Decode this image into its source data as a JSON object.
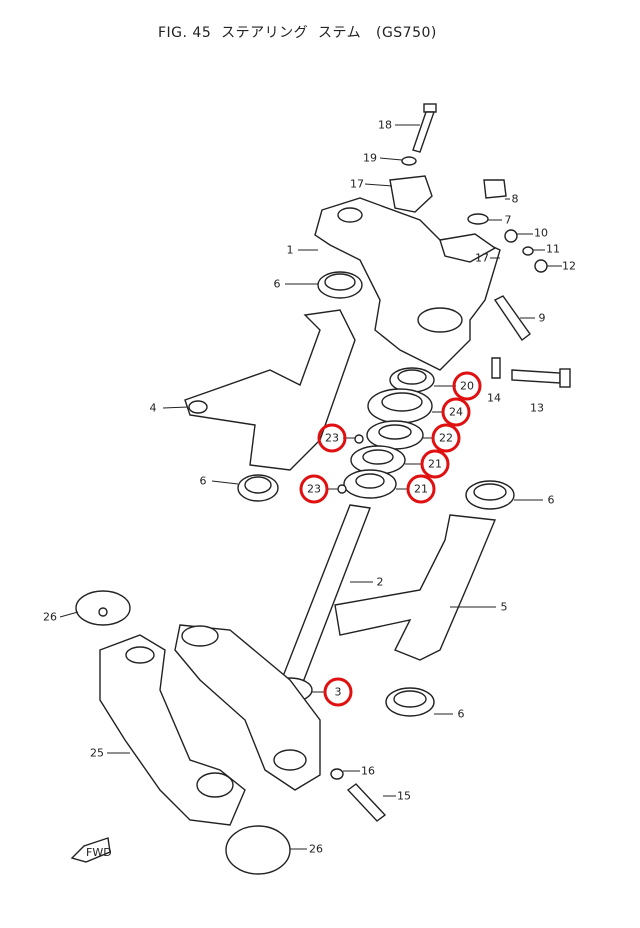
{
  "title": "FIG. 45  ステアリング  ステム   (GS750)",
  "highlight_color": "#e01010",
  "parts": {
    "p18": "18",
    "p19": "19",
    "p17a": "17",
    "p8": "8",
    "p7": "7",
    "p10": "10",
    "p11": "11",
    "p12": "12",
    "p1": "1",
    "p17b": "17",
    "p6a": "6",
    "p9": "9",
    "p20": "20",
    "p24": "24",
    "p14": "14",
    "p13": "13",
    "p4": "4",
    "p23a": "23",
    "p22": "22",
    "p21a": "21",
    "p6b": "6",
    "p23b": "23",
    "p21b": "21",
    "p6c": "6",
    "p2": "2",
    "p26a": "26",
    "p5": "5",
    "p3": "3",
    "p6d": "6",
    "p25": "25",
    "p16": "16",
    "p15": "15",
    "p26b": "26"
  },
  "fwd_label": "FWD"
}
